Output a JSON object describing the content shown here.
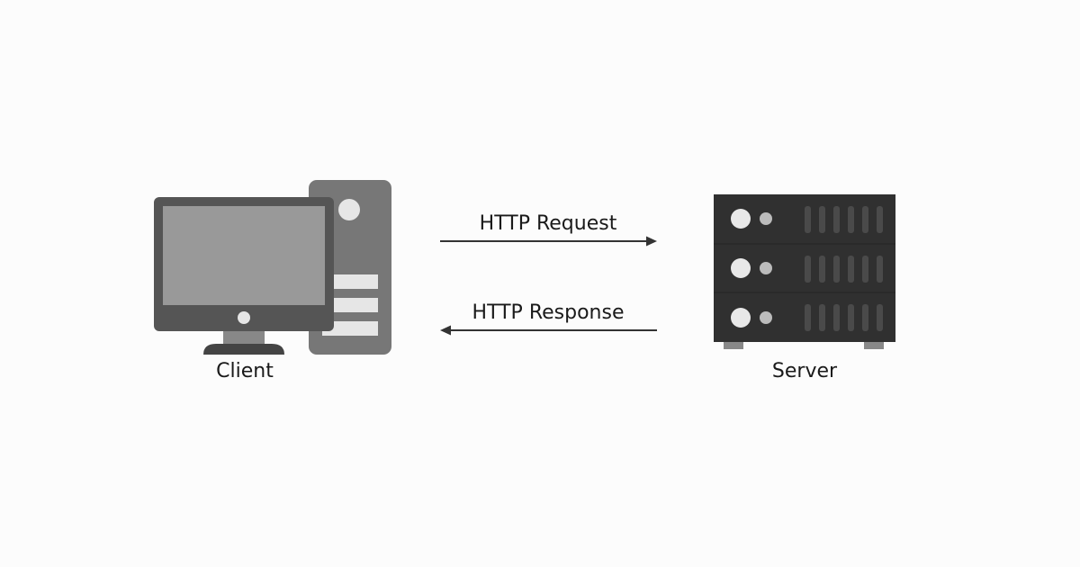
{
  "diagram": {
    "client": {
      "label": "Client",
      "icon": "desktop-computer-icon"
    },
    "server": {
      "label": "Server",
      "icon": "server-rack-icon"
    },
    "edges": {
      "request": {
        "label": "HTTP Request",
        "direction": "client-to-server"
      },
      "response": {
        "label": "HTTP Response",
        "direction": "server-to-client"
      }
    },
    "colors": {
      "background": "#fcfcfc",
      "text": "#1a1a1a",
      "arrow": "#333333",
      "monitor_frame": "#555555",
      "monitor_screen": "#999999",
      "tower": "#777777",
      "server_body": "#2a2a2a"
    }
  }
}
